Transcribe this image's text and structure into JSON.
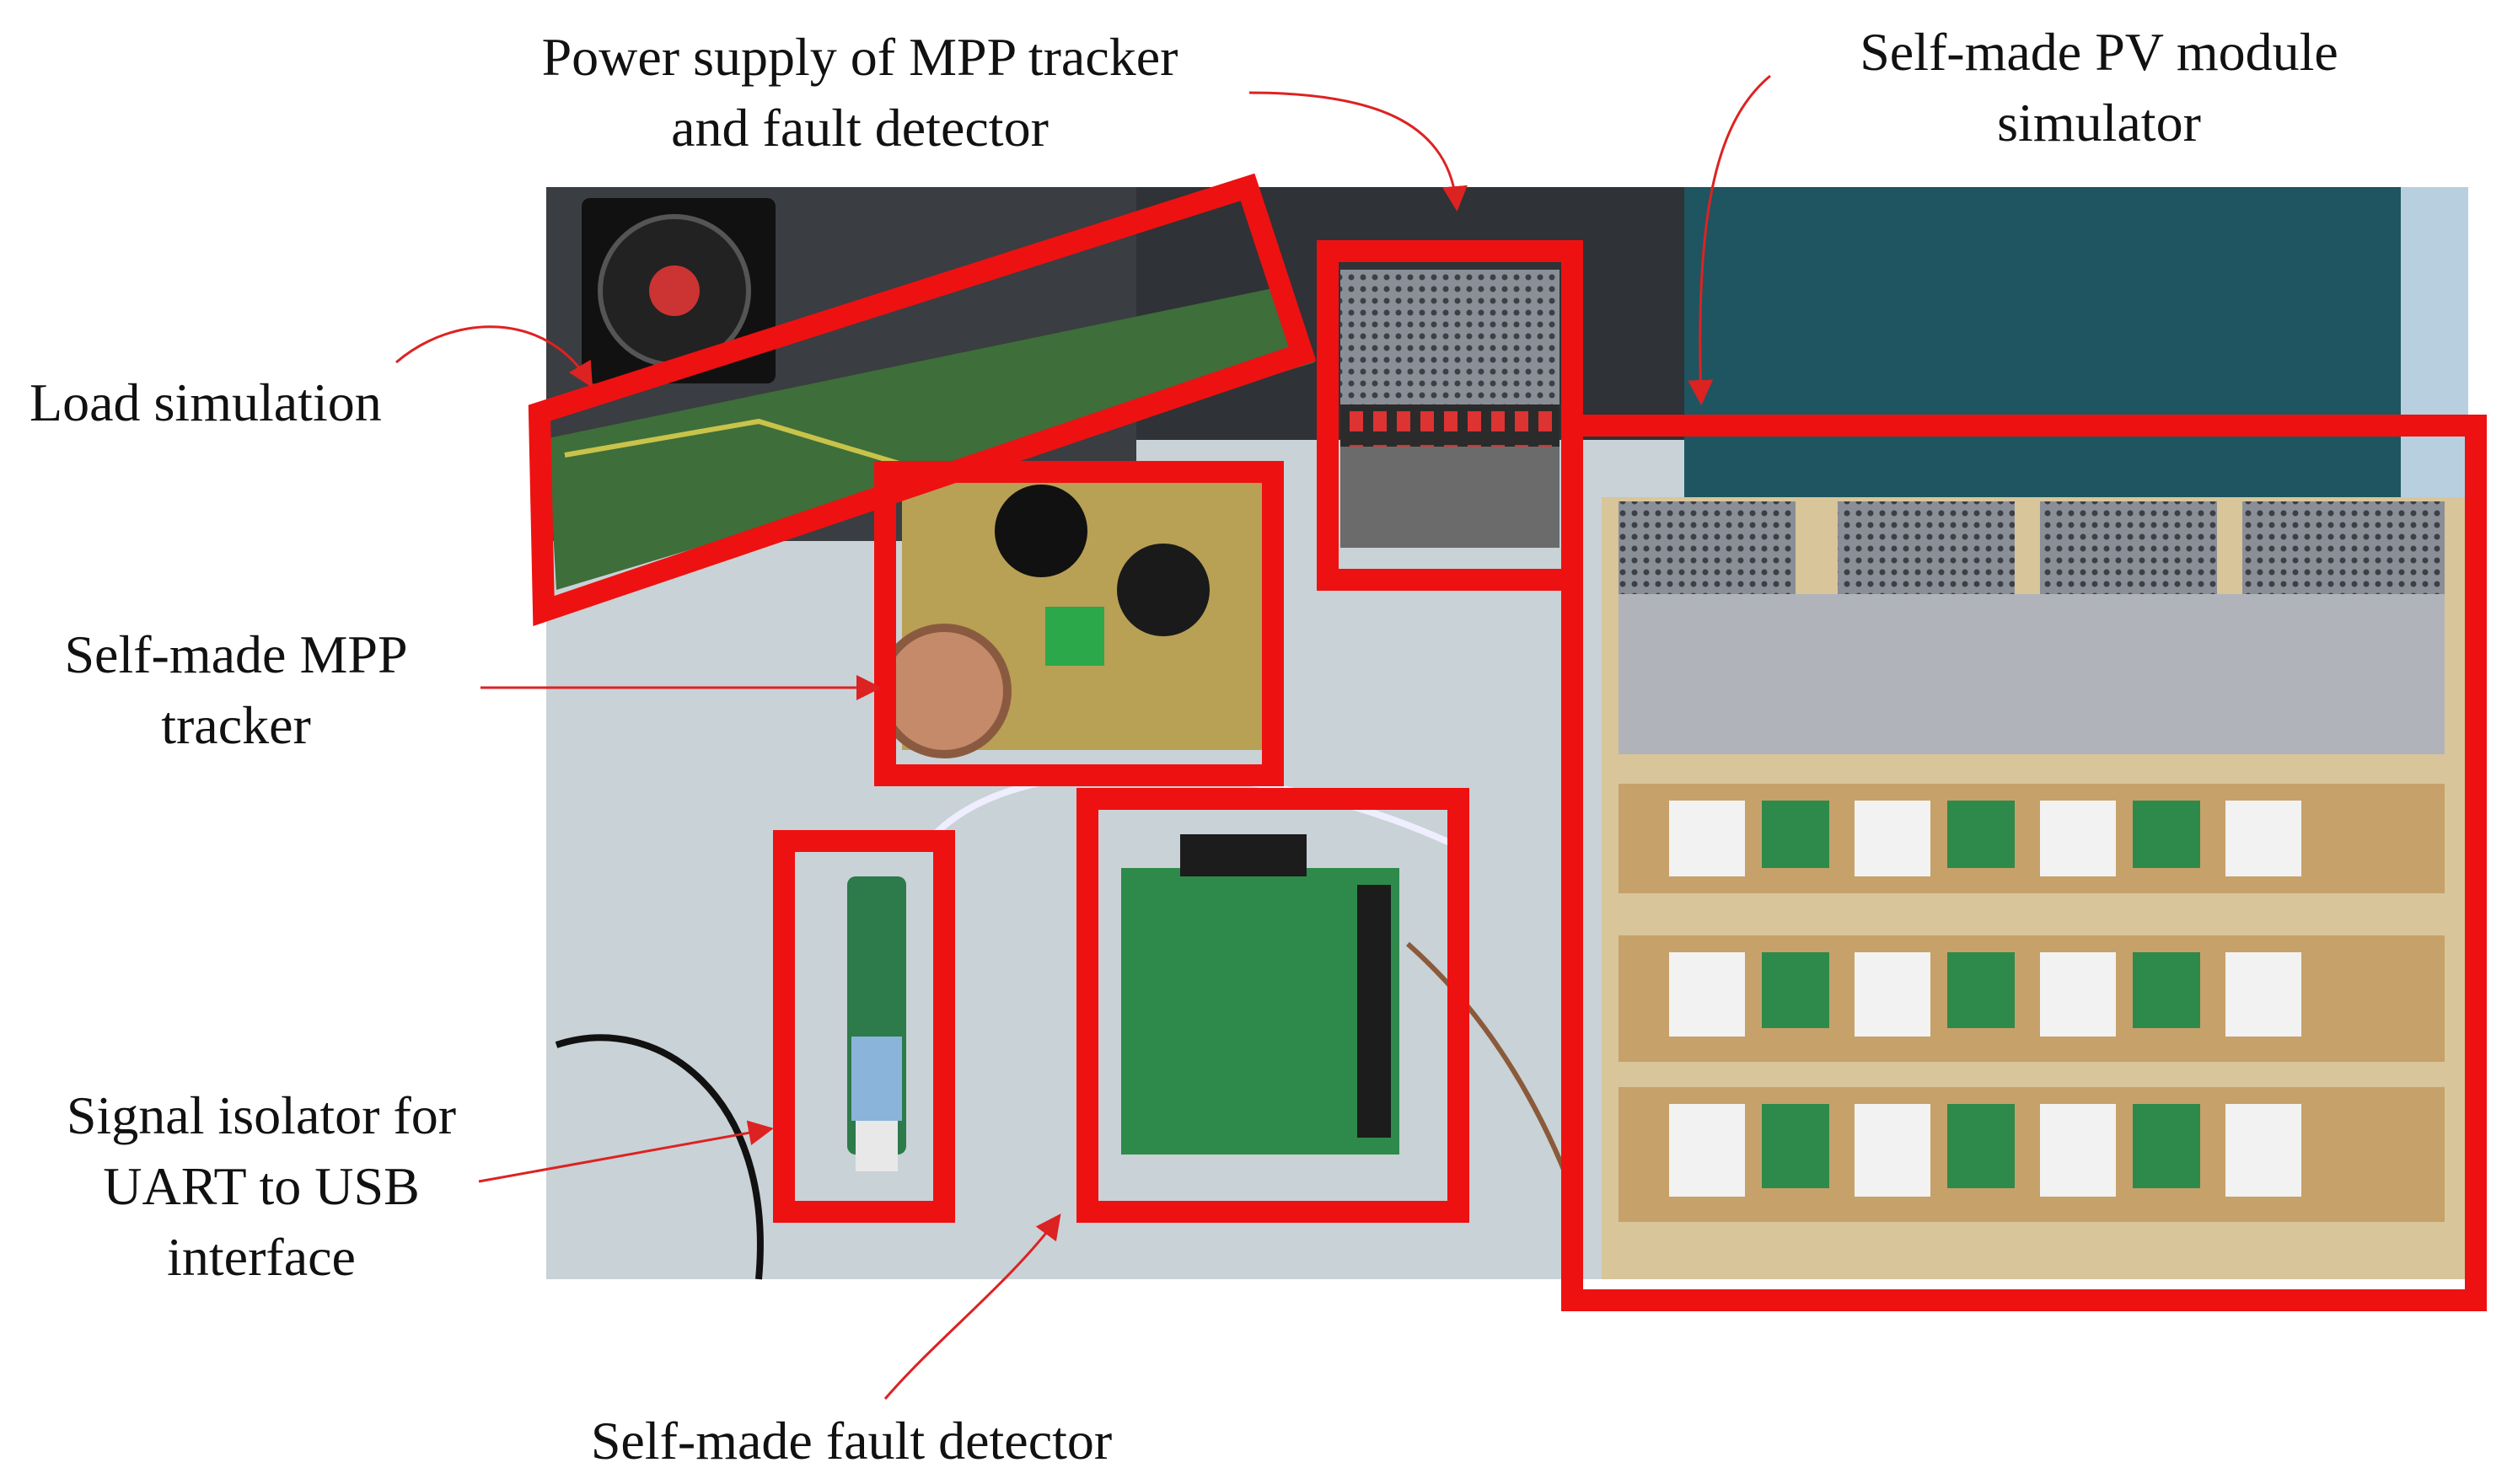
{
  "labels": {
    "power_supply_line1": "Power supply of MPP tracker",
    "power_supply_line2": "and fault detector",
    "pv_simulator_line1": "Self-made PV module",
    "pv_simulator_line2": "simulator",
    "load_simulation": "Load simulation",
    "mpp_tracker_line1": "Self-made MPP",
    "mpp_tracker_line2": "tracker",
    "signal_isolator_line1": "Signal isolator for",
    "signal_isolator_line2": "UART to USB",
    "signal_isolator_line3": "interface",
    "fault_detector": "Self-made fault detector"
  },
  "colors": {
    "highlight": "#ee1111",
    "annotation_arrow": "#dd2222",
    "text": "#111111"
  }
}
